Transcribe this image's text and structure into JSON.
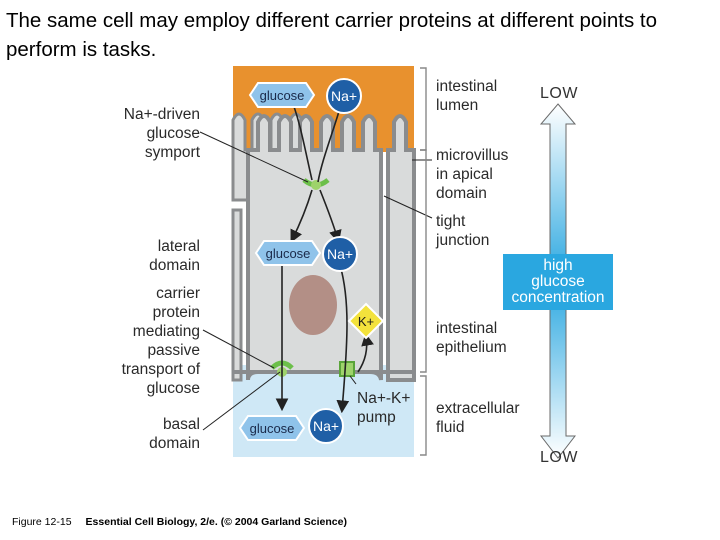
{
  "title": "The same cell may employ different carrier proteins at different points to perform is tasks.",
  "labels": {
    "na_glucose_symport": "Na+-driven\nglucose\nsymport",
    "lateral_domain": "lateral\ndomain",
    "carrier_protein": "carrier\nprotein\nmediating\npassive\ntransport of\nglucose",
    "basal_domain": "basal\ndomain",
    "intestinal_lumen": "intestinal\nlumen",
    "microvillus": "microvillus\nin apical\ndomain",
    "tight_junction": "tight\njunction",
    "intestinal_epithelium": "intestinal\nepithelium",
    "na_k_pump": "Na+-K+\npump",
    "extracellular_fluid": "extracellular\nfluid"
  },
  "molecules": {
    "glucose": "glucose",
    "na": "Na+",
    "k": "K+"
  },
  "gradient": {
    "top": "LOW",
    "middle": "high\nglucose\nconcentration",
    "bottom": "LOW"
  },
  "caption": {
    "figure": "Figure 12-15",
    "source": "Essential Cell Biology, 2/e. (© 2004 Garland Science)"
  },
  "colors": {
    "lumen": "#e8912e",
    "cell": "#d9dbdb",
    "membrane": "#8a8c8e",
    "extracellular": "#cfe8f6",
    "nucleus": "#b38f86",
    "na_circle": "#1f5fa6",
    "glucose_hex": "#8fc3ea",
    "k_diamond": "#f3e23c",
    "gradient_arrow": "#2aa7e0"
  }
}
